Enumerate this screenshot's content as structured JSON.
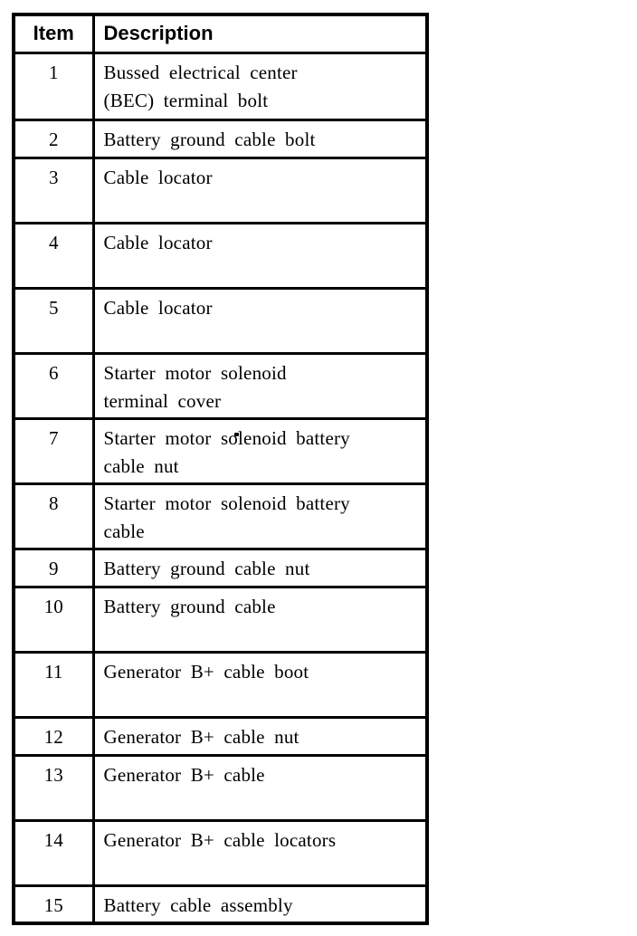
{
  "colors": {
    "background": "#ffffff",
    "border": "#000000",
    "text": "#000000"
  },
  "table": {
    "headers": [
      "Item",
      "Description"
    ],
    "rows": [
      {
        "item": "1",
        "description": "Bussed electrical center\n(BEC) terminal bolt"
      },
      {
        "item": "2",
        "description": "Battery ground cable bolt"
      },
      {
        "item": "3",
        "description": "Cable locator"
      },
      {
        "item": "4",
        "description": "Cable locator"
      },
      {
        "item": "5",
        "description": "Cable locator"
      },
      {
        "item": "6",
        "description": "Starter motor solenoid\nterminal cover"
      },
      {
        "item": "7",
        "description": "Starter motor solenoid battery\ncable nut"
      },
      {
        "item": "8",
        "description": "Starter motor solenoid battery\ncable"
      },
      {
        "item": "9",
        "description": "Battery ground cable nut"
      },
      {
        "item": "10",
        "description": "Battery ground cable"
      },
      {
        "item": "11",
        "description": "Generator B+ cable boot"
      },
      {
        "item": "12",
        "description": "Generator B+ cable nut"
      },
      {
        "item": "13",
        "description": "Generator B+ cable"
      },
      {
        "item": "14",
        "description": "Generator B+ cable locators"
      },
      {
        "item": "15",
        "description": "Battery cable assembly"
      }
    ]
  }
}
